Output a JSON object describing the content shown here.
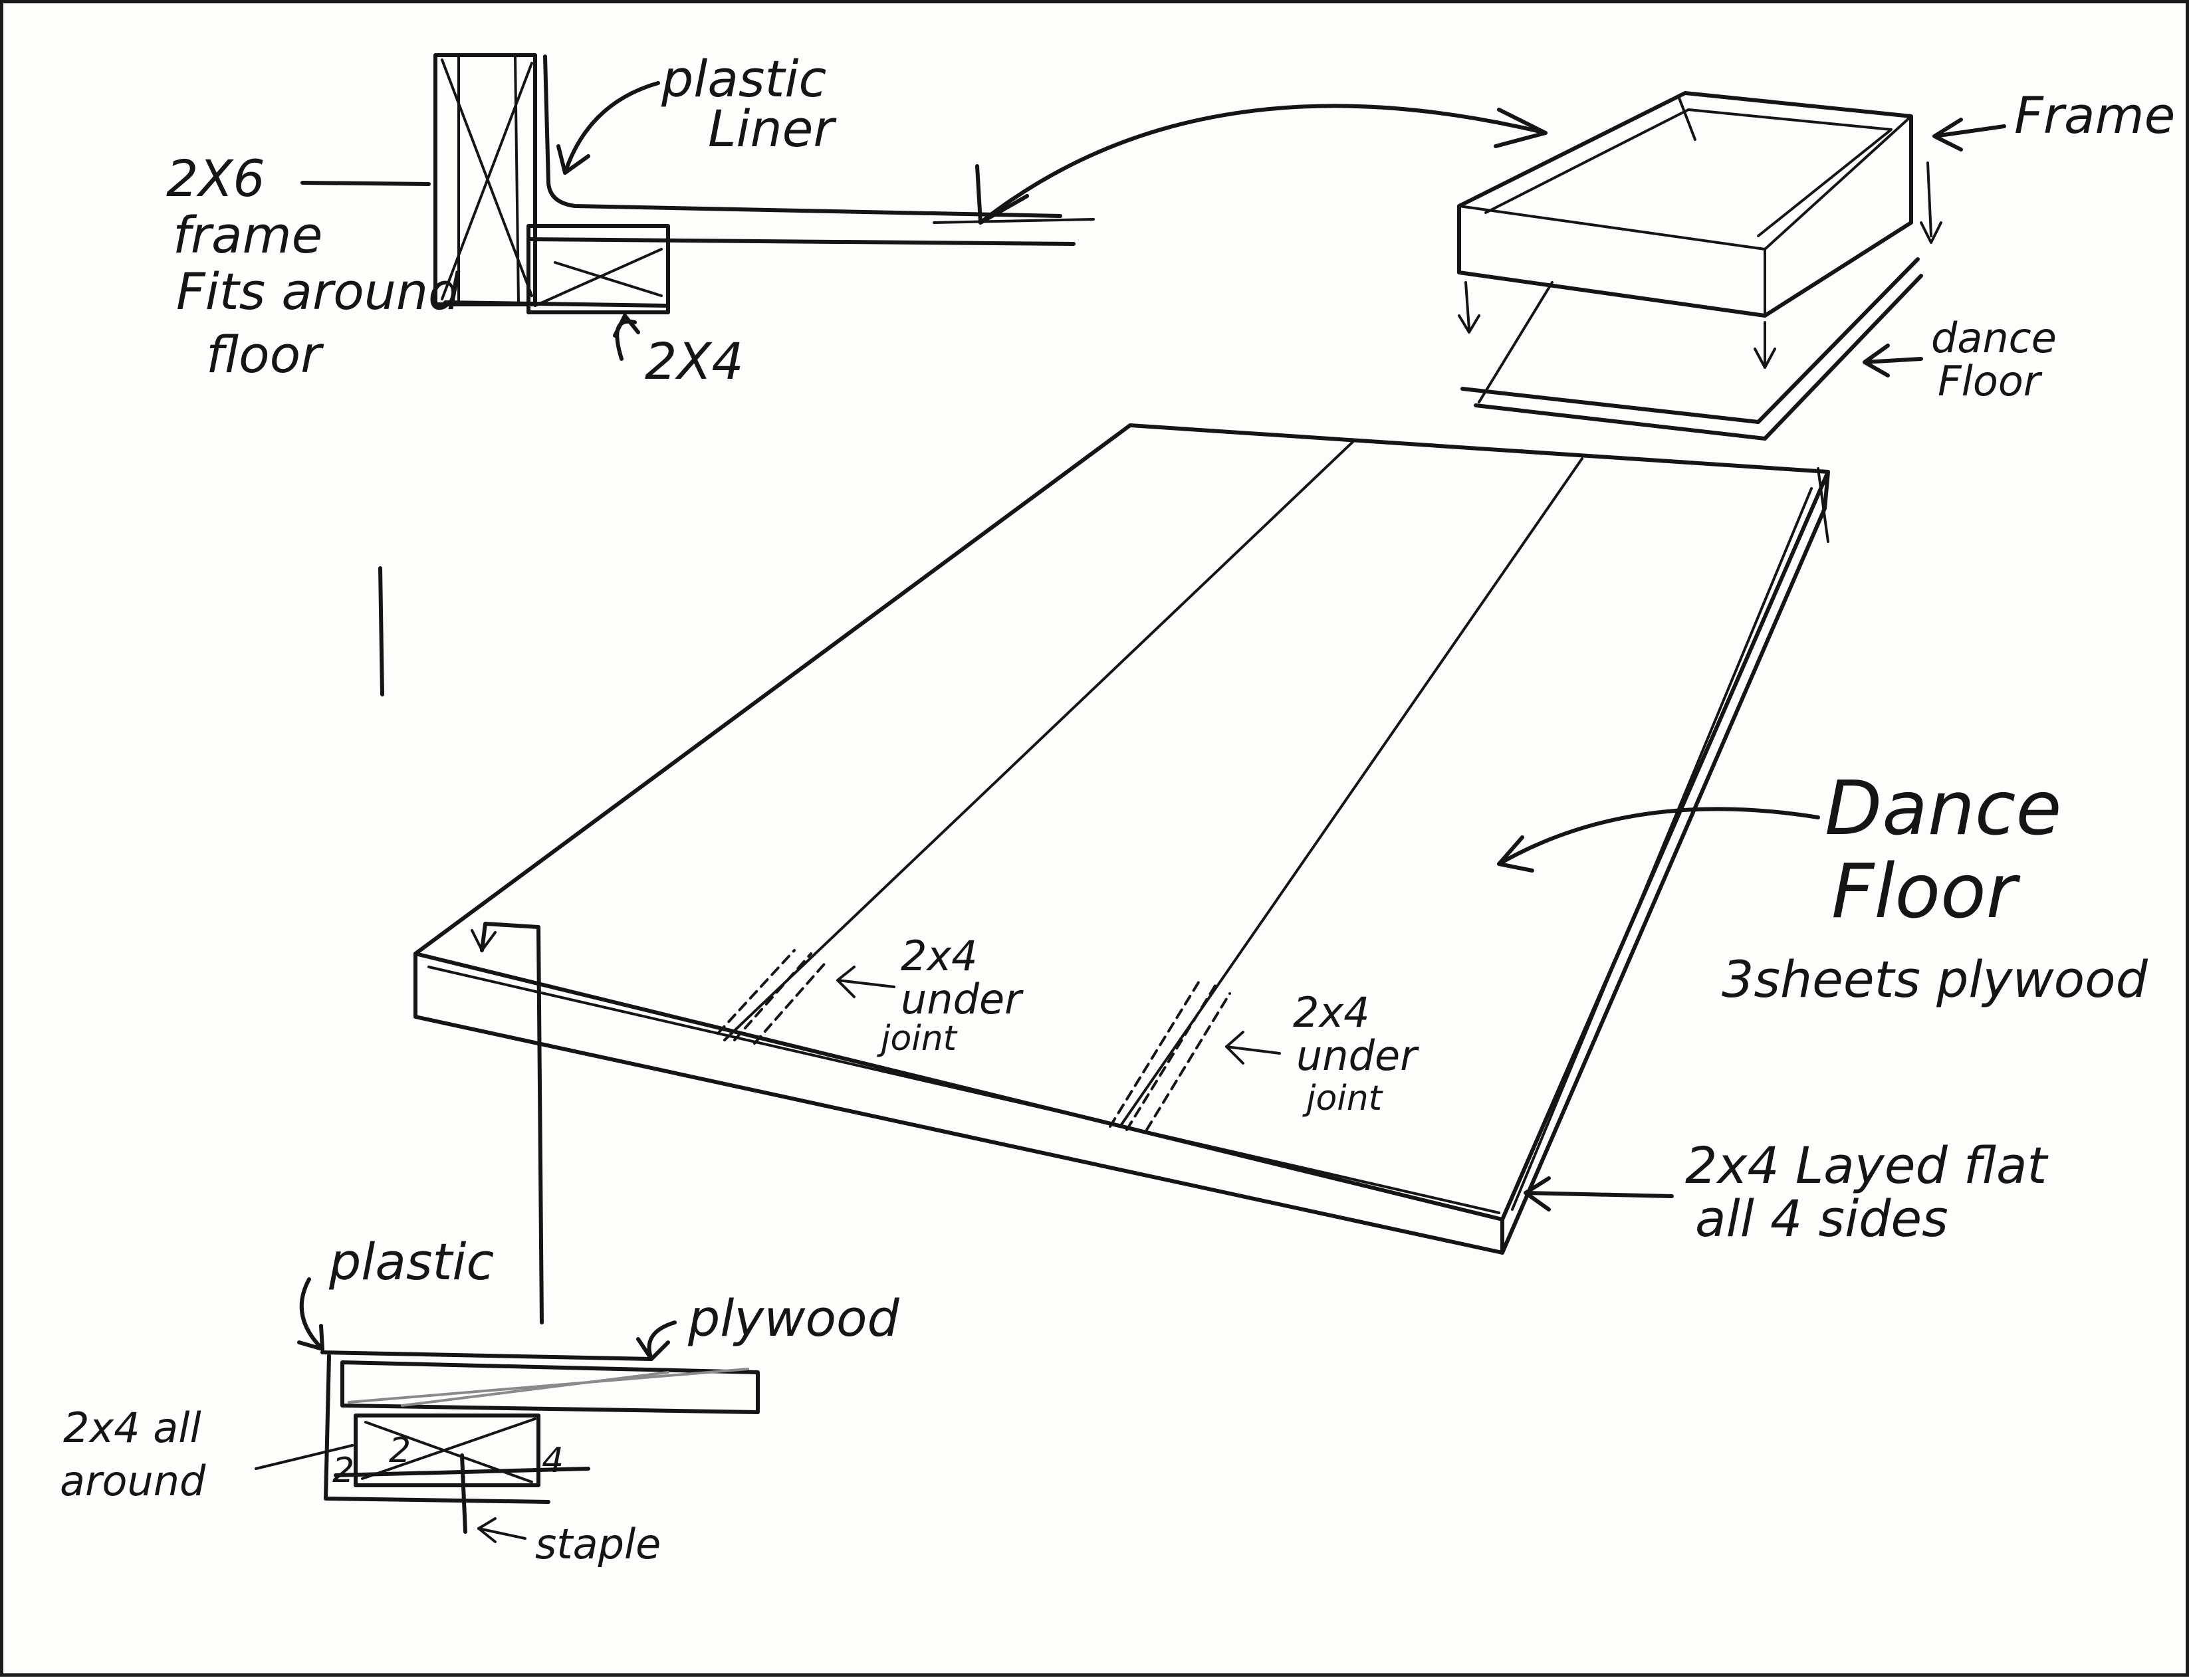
{
  "labels": {
    "plastic_liner_1": "plastic",
    "plastic_liner_2": "Liner",
    "frame_detail_1": "2X6",
    "frame_detail_2": "frame",
    "frame_detail_3": "Fits around",
    "frame_detail_4": "floor",
    "two_by_four_top": "2X4",
    "frame_top_right": "Frame",
    "dance_floor_small_1": "dance",
    "dance_floor_small_2": "Floor",
    "dance_floor_main_1": "Dance",
    "dance_floor_main_2": "Floor",
    "plywood_sheets": "3sheets plywood",
    "joint_left_1": "2x4",
    "joint_left_2": "under",
    "joint_left_3": "joint",
    "joint_right_1": "2x4",
    "joint_right_2": "under",
    "joint_right_3": "joint",
    "edge_note_1": "2x4 Layed flat",
    "edge_note_2": "all 4 sides",
    "plastic_bottom": "plastic",
    "plywood_bottom": "plywood",
    "all_around_1": "2x4 all",
    "all_around_2": "around",
    "staple": "staple",
    "section_2": "2",
    "section_4": "4",
    "section_2_left": "2"
  }
}
